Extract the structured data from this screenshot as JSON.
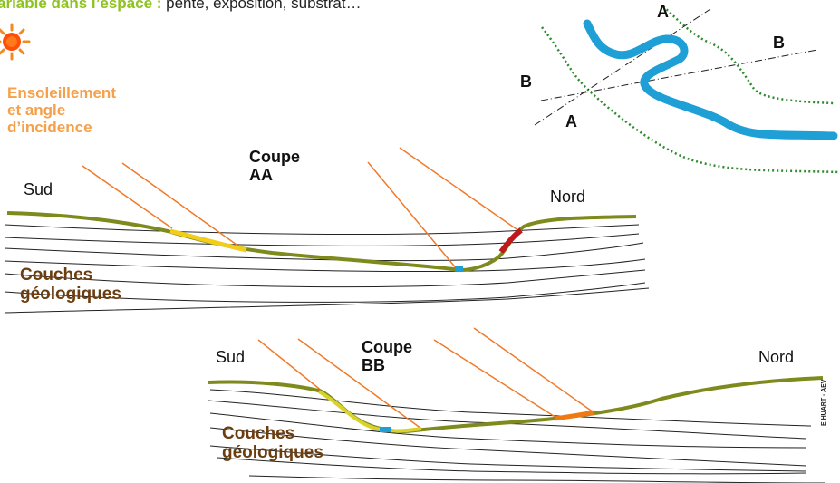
{
  "header": {
    "highlight": "ariable dans l’espace :",
    "rest": " pente, exposition, substrat…"
  },
  "sun": {
    "icon": "sun-icon",
    "label_lines": [
      "Ensoleillement",
      "et angle",
      "d’incidence"
    ]
  },
  "section_aa": {
    "title_lines": [
      "Coupe",
      "AA"
    ],
    "left": "Sud",
    "right": "Nord",
    "layers_lines": [
      "Couches",
      "géologiques"
    ]
  },
  "section_bb": {
    "title_lines": [
      "Coupe",
      "BB"
    ],
    "left": "Sud",
    "right": "Nord",
    "layers_lines": [
      "Couches",
      "géologiques"
    ]
  },
  "map": {
    "label_a_top": "A",
    "label_a_bottom": "A",
    "label_b_left": "B",
    "label_b_right": "B"
  },
  "credit": "E HUART - AEV",
  "colors": {
    "terrain": "#7f8a1c",
    "sun_rays": "#f07a2a",
    "river": "#1e9fd6",
    "hedge": "#2e8b2e",
    "warm_slope": "#f2cd1a",
    "hot_slope": "#c0191c",
    "orange_slope": "#f07a12",
    "layers": "#6b3d0f",
    "sun_label": "#f5a04a",
    "highlight": "#8dc21f"
  }
}
